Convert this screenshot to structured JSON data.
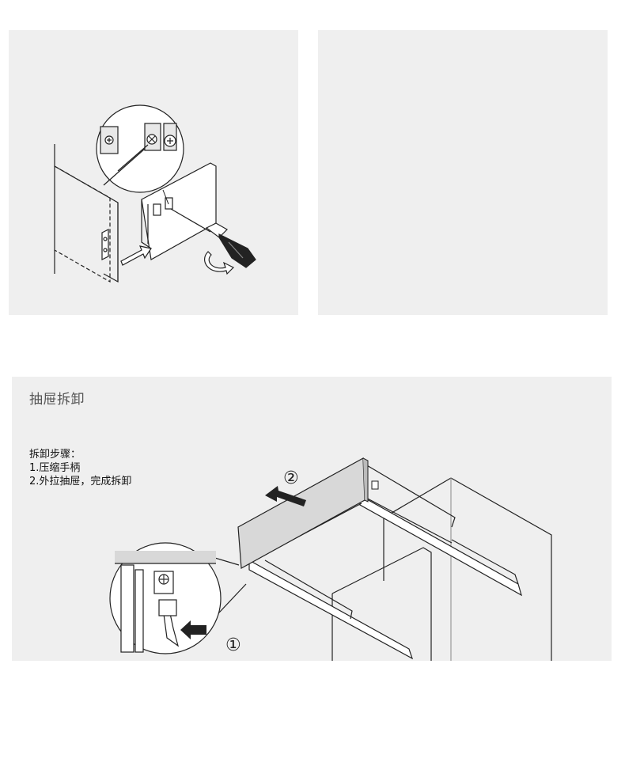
{
  "removal_section": {
    "heading": "抽屉拆卸",
    "steps_title": "拆卸步骤：",
    "steps": [
      "1.压缩手柄",
      "2.外拉抽屉，完成拆卸"
    ],
    "callout_markers": [
      "②",
      "①"
    ]
  },
  "colors": {
    "panel_background": "#efefef",
    "drawer_front": "#d8d8d8",
    "line_art": "#222222"
  },
  "icons": [
    "screwdriver-icon",
    "rotation-arrow-icon",
    "pull-arrow-icon",
    "push-lever-arrow-icon",
    "magnifier-callout-icon"
  ]
}
